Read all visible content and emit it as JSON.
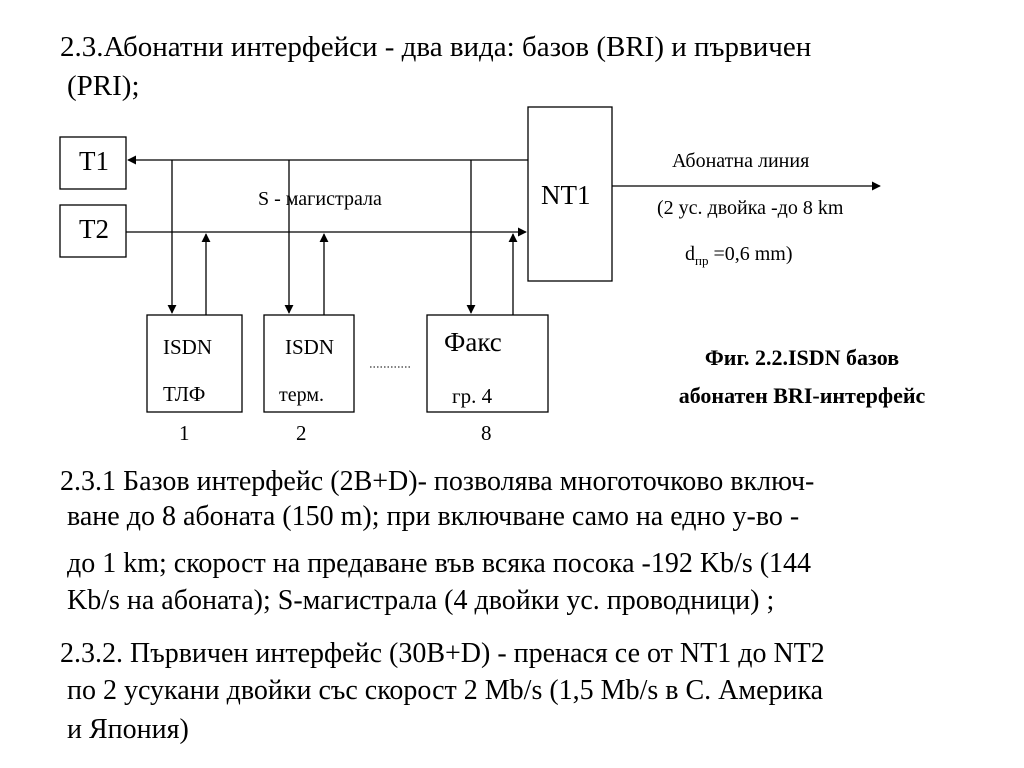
{
  "heading": {
    "line1": "2.3.Абонатни интерфейси - два вида: базов (BRI) и първичен",
    "line2": "(PRI);"
  },
  "diagram": {
    "terminals": {
      "t1": "T1",
      "t2": "T2"
    },
    "nt1": "NT1",
    "bus_label": "S - магистрала",
    "line_info": {
      "title": "Абонатна линия",
      "pair": "(2 ус. двойка -до 8 km",
      "d_main": "d",
      "d_sub": "пр",
      "d_value": "=0,6 mm)"
    },
    "devices": [
      {
        "line1": "ISDN",
        "line2": "ТЛФ",
        "number": "1"
      },
      {
        "line1": "ISDN",
        "line2": "терм.",
        "number": "2"
      },
      {
        "line1": "Факс",
        "line2": "гр. 4",
        "number": "8"
      }
    ],
    "caption": {
      "line1": "Фиг. 2.2.ISDN базов",
      "line2": "абонатен BRI-интерфейс"
    }
  },
  "paragraphs": [
    {
      "lines": [
        "2.3.1 Базов интерфейс  (2B+D)- позволява многоточково включ-",
        "ване до 8 абоната (150 m); при включване само на едно у-во -",
        "до 1 km; скорост на предаване във всяка посока -192 Kb/s (144",
        "Kb/s на абоната); S-магистрала (4 двойки ус. проводници) ;"
      ]
    },
    {
      "lines": [
        "2.3.2. Първичен интерфейс (30B+D) - пренася се от NT1 до NT2",
        "по 2 усукани двойки със скорост 2 Mb/s (1,5 Mb/s в С. Америка",
        "и Япония)"
      ]
    }
  ]
}
